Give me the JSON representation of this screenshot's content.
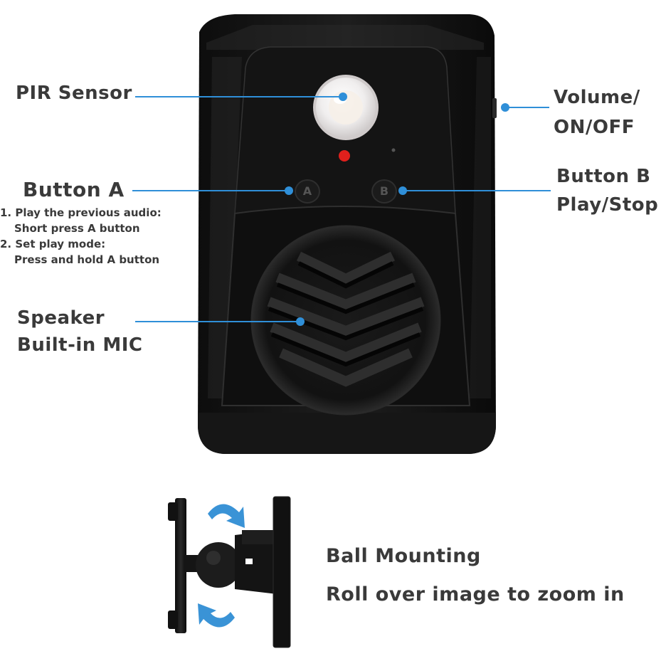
{
  "labels": {
    "pir_sensor": "PIR Sensor",
    "volume_line1": "Volume/",
    "volume_line2": "ON/OFF",
    "button_a": "Button A",
    "button_b_line1": "Button B",
    "button_b_line2": "Play/Stop",
    "speaker_line1": "Speaker",
    "speaker_line2": "Built-in MIC",
    "ball_mounting": "Ball Mounting",
    "zoom_hint": "Roll over image to zoom in"
  },
  "button_a_notes": {
    "line1": "1. Play the previous audio:",
    "line2": "Short press A button",
    "line3": "2. Set play mode:",
    "line4": "Press and hold A button"
  },
  "device": {
    "button_a_glyph": "A",
    "button_b_glyph": "B"
  },
  "colors": {
    "callout": "#2f8fd8",
    "body": "#111111",
    "led": "#e0201c",
    "arrow": "#3a93d6",
    "text": "#3a3a3a"
  }
}
